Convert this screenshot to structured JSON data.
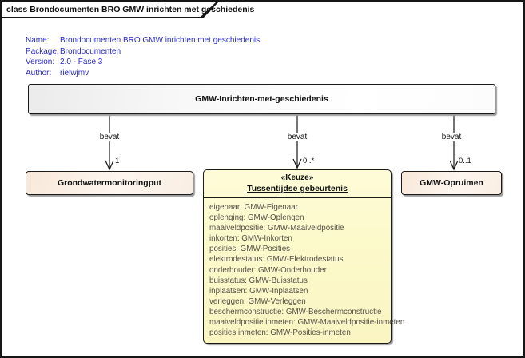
{
  "tab": {
    "title": "class Brondocumenten BRO GMW inrichten met geschiedenis"
  },
  "metadata": {
    "rows": [
      {
        "label": "Name:",
        "value": "Brondocumenten BRO GMW inrichten met geschiedenis"
      },
      {
        "label": "Package:",
        "value": "Brondocumenten"
      },
      {
        "label": "Version:",
        "value": "2.0 - Fase 3"
      },
      {
        "label": "Author:",
        "value": "rielwjmv"
      }
    ],
    "text_color": "#2a2ac4"
  },
  "main_class": {
    "title": "GMW-Inrichten-met-geschiedenis"
  },
  "connectors": [
    {
      "label": "bevat",
      "multiplicity": "1"
    },
    {
      "label": "bevat",
      "multiplicity": "0..*"
    },
    {
      "label": "bevat",
      "multiplicity": "0..1"
    }
  ],
  "classes": {
    "grondwatermonitoringput": {
      "title": "Grondwatermonitoringput"
    },
    "keuze": {
      "stereotype": "«Keuze»",
      "title": "Tussentijdse gebeurtenis",
      "attributes": [
        "eigenaar: GMW-Eigenaar",
        "oplenging: GMW-Oplengen",
        "maaiveldpositie: GMW-Maaiveldpositie",
        "inkorten: GMW-Inkorten",
        "posities: GMW-Posities",
        "elektrodestatus: GMW-Elektrodestatus",
        "onderhouder: GMW-Onderhouder",
        "buisstatus: GMW-Buisstatus",
        "inplaatsen: GMW-Inplaatsen",
        "verleggen: GMW-Verleggen",
        "beschermconstructie: GMW-Beschermconstructie",
        "maaiveldpositie inmeten: GMW-Maaiveldpositie-inmeten",
        "posities inmeten: GMW-Posities-inmeten"
      ]
    },
    "gmw_opruimen": {
      "title": "GMW-Opruimen"
    }
  },
  "colors": {
    "yellow_class": "#fcf9cb",
    "peach_class": "#f8e8d9",
    "attribute_text": "#56504a",
    "metadata_text": "#2a2ac4"
  }
}
